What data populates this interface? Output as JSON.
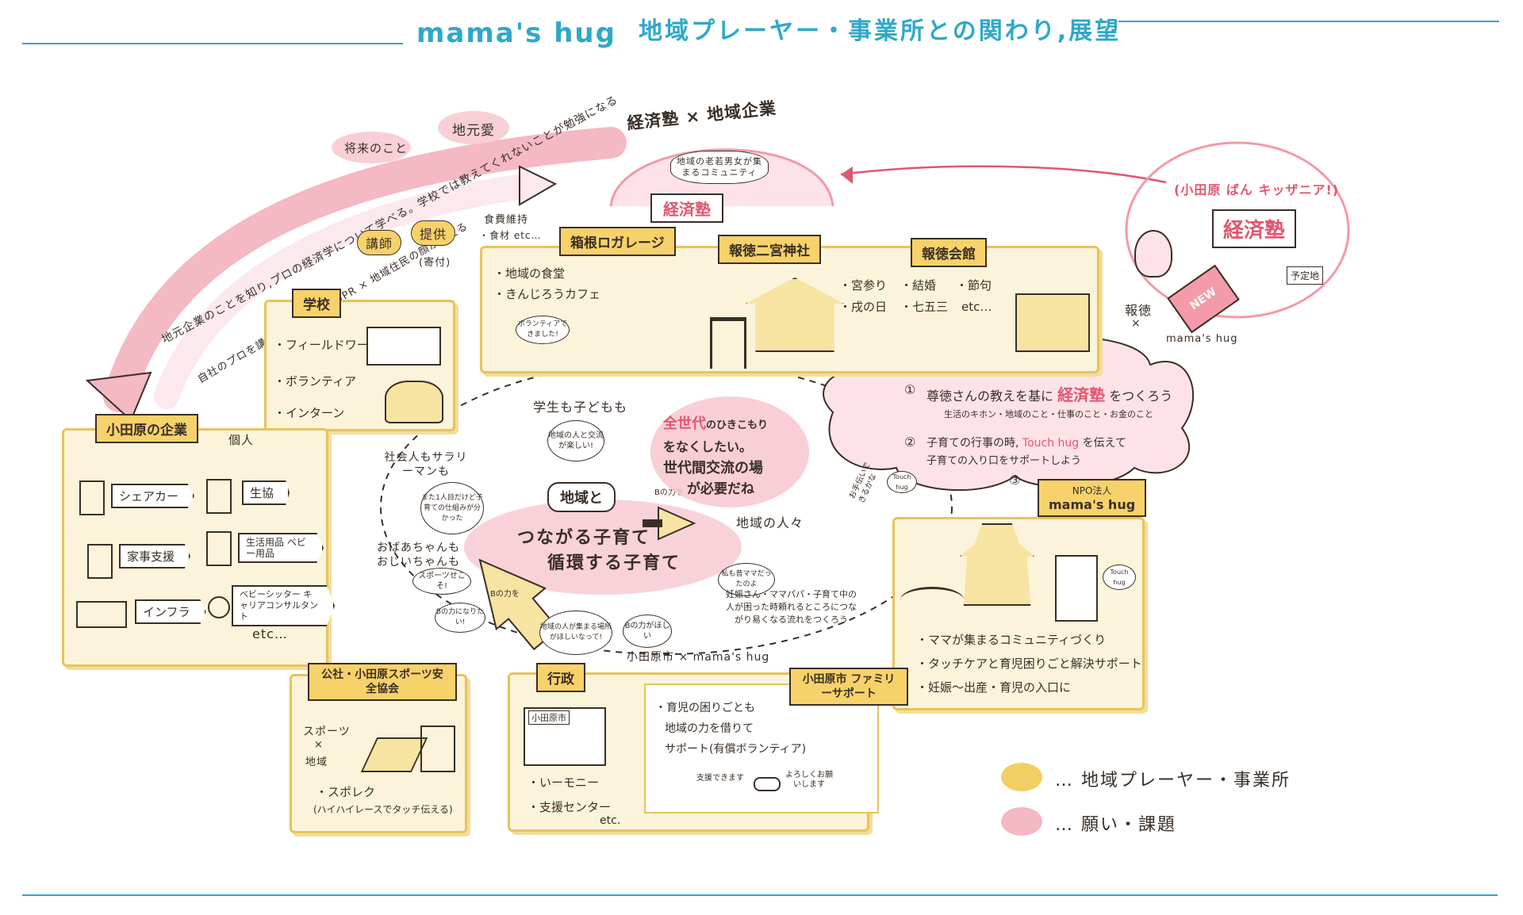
{
  "header": {
    "brand": "mama's hug",
    "title": "地域プレーヤー・事業所との関わり,展望"
  },
  "arrows": {
    "outer_text": "地元企業のことを知り,プロの経済学について学べる。学校では教えてくれないことが勉強になる",
    "inner_text": "自社のプロを講師に派遣。自社のPR × 地域住民の顔が見える",
    "tag_future": "将来のこと",
    "tag_local_love": "地元愛",
    "tag_lecturer": "講師",
    "tag_sponsor": "提供",
    "tag_donation": "(寄付)",
    "food_note_1": "食費維持",
    "food_note_2": "・食材 etc…"
  },
  "keizaijuku_top": {
    "heading": "経済塾 × 地域企業",
    "banner": "経済塾",
    "bubble": "地域の老若男女が集まるコミュニティ"
  },
  "right_circle": {
    "subtitle": "(小田原 ばん キッザニア!)",
    "label": "経済塾",
    "new_badge": "NEW",
    "store_label": "予定地",
    "collab_1": "報徳",
    "collab_x": "×",
    "collab_2": "mama's hug"
  },
  "top_places": {
    "station": "箱根ロガレージ",
    "shrine": "報徳二宮神社",
    "hall": "報徳会館",
    "station_items": [
      "・地域の食堂",
      "・きんじろうカフェ"
    ],
    "volunteer_bubble": "ボランティアできました!",
    "hall_items": [
      "・宮参り",
      "・結婚",
      "・節句",
      "・戌の日",
      "・七五三",
      "etc…"
    ]
  },
  "school": {
    "tag": "学校",
    "items": [
      "・フィールドワーク",
      "・ボランティア",
      "・インターン"
    ]
  },
  "companies": {
    "tag": "小田原の企業",
    "individual": "個人",
    "items": [
      "シェアカー",
      "生協",
      "家事支援",
      "生活用品 ベビー用品",
      "インフラ",
      "ベビーシッター キャリアコンサルタント"
    ],
    "etc": "etc…"
  },
  "center": {
    "students": "学生も子どもも",
    "students_bubble": "地域の人と交流が楽しい!",
    "workers": "社会人もサラリーマンも",
    "workers_bubble": "また1人目だけど子育ての仕組みが分かった",
    "elders": "おばあちゃんもおじいちゃんも",
    "elders_bubble": "スポーツせこそ!",
    "elders_bubble_2": "Bの力になりたい!",
    "bottom_bubble": "地域の人が集まる場所がほしいなって!",
    "bottom_bubble_2": "Bの力がほしい",
    "region_label": "地域と",
    "main_1": "つながる子育て",
    "main_2": "循環する子育て",
    "arrow_label_1": "Bの力を",
    "arrow_label_2": "Bの力を",
    "city_label": "小田原市 × mama's hug"
  },
  "generation": {
    "line1a": "全世代",
    "line1b": "のひきこもり",
    "line2": "をなくしたい。",
    "line3": "世代間交流の場",
    "line4": "が必要だね"
  },
  "region_people": {
    "label": "地域の人々",
    "bubble": "私も昔ママだったのよ",
    "desc": "妊娠さん・ママパパ・子育て中の人が困った時頼れるところにつながり易くなる流れをつくろう",
    "touch_bubble": "Touch hug",
    "touch_bubble_2": "お手伝いできるかな"
  },
  "cloud": {
    "n1": "①",
    "item1_pre": "尊徳さんの教えを基に",
    "item1_hl": "経済塾",
    "item1_post": "をつくろう",
    "item1_sub": "生活のキホン・地域のこと・仕事のこと・お金のこと",
    "n2": "②",
    "item2_pre": "子育ての行事の時,",
    "item2_hl": "Touch hug",
    "item2_post": "を伝えて",
    "item2_sub": "子育ての入り口をサポートしよう"
  },
  "mamashug": {
    "tag_line1": "NPO法人",
    "tag_line2": "mama's hug",
    "n3": "③",
    "touch_bubble": "Touch hug",
    "items": [
      "・ママが集まるコミュニティづくり",
      "・タッチケアと育児困りごと解決サポート",
      "・妊娠〜出産・育児の入口に"
    ]
  },
  "sports": {
    "tag": "公社・小田原スポーツ安全協会",
    "note_1": "スポーツ",
    "note_x": "×",
    "note_2": "地域",
    "item": "・スポレク",
    "item_sub": "(ハイハイレースでタッチ伝える)"
  },
  "gov": {
    "tag": "行政",
    "city_hall": "小田原市",
    "items": [
      "・いーモニー",
      "・支援センター"
    ],
    "etc": "etc.",
    "family_tag": "小田原市 ファミリーサポート",
    "family_items": [
      "・育児の困りごとも",
      "地域の力を借りて",
      "サポート(有償ボランティア)"
    ],
    "bubble_left": "支援できます",
    "bubble_right": "よろしくお願いします"
  },
  "legend": {
    "items": [
      {
        "label": "… 地域プレーヤー・事業所",
        "color": "#f2cf63"
      },
      {
        "label": "… 願い・課題",
        "color": "#f4b9c3"
      }
    ]
  },
  "colors": {
    "accent": "#2fa8c9",
    "yellow": "#f2cf63",
    "pink": "#f4b9c3",
    "pink_text": "#e25670"
  }
}
